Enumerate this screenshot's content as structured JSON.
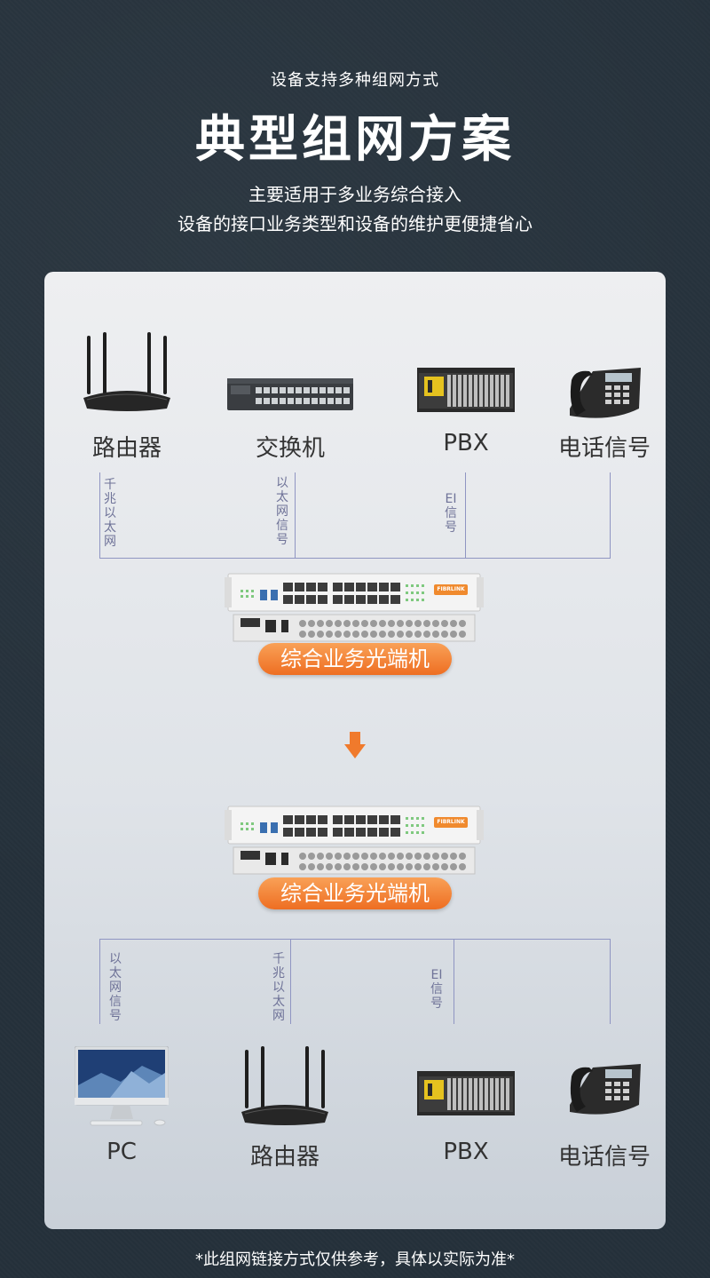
{
  "header": {
    "subtitle": "设备支持多种组网方式",
    "title": "典型组网方案",
    "desc_line1": "主要适用于多业务综合接入",
    "desc_line2": "设备的接口业务类型和设备的维护更便捷省心"
  },
  "top_devices": [
    {
      "label": "路由器",
      "icon": "router-icon"
    },
    {
      "label": "交换机",
      "icon": "switch-icon"
    },
    {
      "label": "PBX",
      "icon": "pbx-icon"
    },
    {
      "label": "电话信号",
      "icon": "phone-icon"
    }
  ],
  "top_signals": [
    "千兆以太网",
    "以太网信号",
    "EI信号"
  ],
  "unit_top": {
    "label": "综合业务光端机",
    "brand": "FIBRLINK"
  },
  "arrow_icon": "arrow-down-icon",
  "unit_bottom": {
    "label": "综合业务光端机",
    "brand": "FIBRLINK"
  },
  "bottom_signals": [
    "以太网信号",
    "千兆以太网",
    "EI信号"
  ],
  "bottom_devices": [
    {
      "label": "PC",
      "icon": "monitor-icon"
    },
    {
      "label": "路由器",
      "icon": "router-icon"
    },
    {
      "label": "PBX",
      "icon": "pbx-icon"
    },
    {
      "label": "电话信号",
      "icon": "phone-icon"
    }
  ],
  "footnote": "*此组网链接方式仅供参考，具体以实际为准*",
  "colors": {
    "background": "#25313b",
    "accent": "#ee6e22",
    "line": "#8f95c2"
  }
}
